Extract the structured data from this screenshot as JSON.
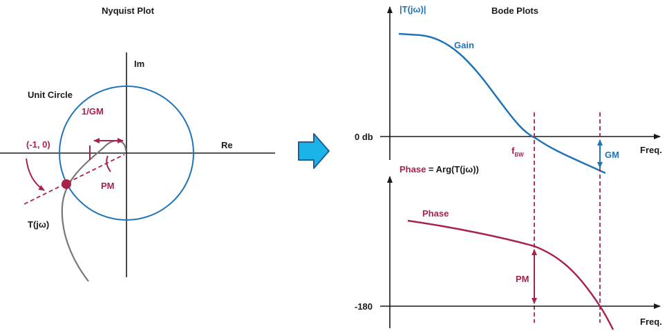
{
  "nyquist": {
    "title": "Nyquist Plot",
    "im_label": "Im",
    "re_label": "Re",
    "unit_circle_label": "Unit Circle",
    "inv_gm_label": "1/GM",
    "point_label": "(-1, 0)",
    "pm_label": "PM",
    "curve_label": "T(jω)"
  },
  "bode": {
    "title": "Bode Plots",
    "magnitude_axis_label": "|T(jω)|",
    "gain_label": "Gain",
    "zero_db_label": "0 db",
    "freq_label_top": "Freq.",
    "fbw_label": "f",
    "fbw_subscript": "BW",
    "gm_label": "GM",
    "phase_axis_prefix": "Phase",
    "phase_axis_suffix": " = Arg(T(jω))",
    "phase_curve_label": "Phase",
    "pm_label": "PM",
    "minus180_label": "-180",
    "freq_label_bottom": "Freq."
  },
  "colors": {
    "blue": "#1f74b8",
    "red": "#a8234a",
    "gray": "#777777",
    "black": "#1a1a1a",
    "arrow_fill": "#1ab4e8",
    "arrow_stroke": "#1f5f8f"
  }
}
